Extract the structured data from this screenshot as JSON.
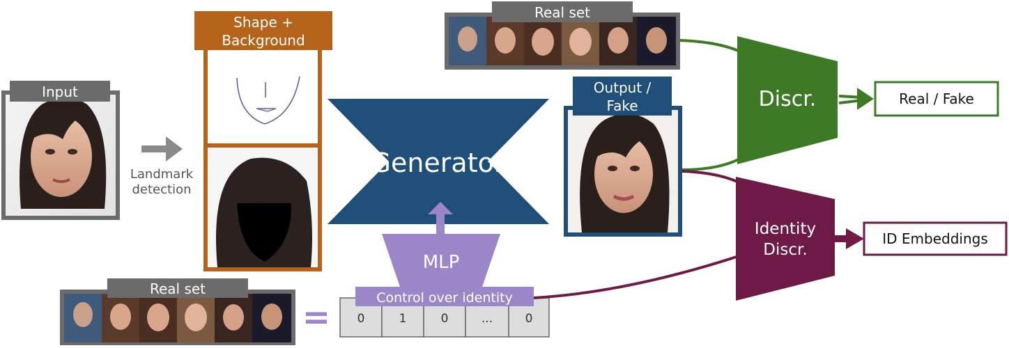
{
  "input": {
    "label": "Input"
  },
  "landmark": {
    "line1": "Landmark",
    "line2": "detection"
  },
  "shape_bg": {
    "line1": "Shape +",
    "line2": "Background"
  },
  "generator": {
    "label": "Generator"
  },
  "output": {
    "line1": "Output /",
    "line2": "Fake"
  },
  "real_set_top": {
    "label": "Real set"
  },
  "real_set_bottom": {
    "label": "Real set"
  },
  "discriminator": {
    "label": "Discr."
  },
  "real_fake": {
    "label": "Real / Fake"
  },
  "identity_discr": {
    "line1": "Identity",
    "line2": "Discr."
  },
  "id_embeddings": {
    "label": "ID Embeddings"
  },
  "mlp": {
    "label": "MLP"
  },
  "control": {
    "label": "Control over identity"
  },
  "onehot": {
    "cells": [
      "0",
      "1",
      "0",
      "...",
      "0"
    ]
  },
  "equals": {
    "symbol": "="
  },
  "colors": {
    "gray": "#6b6b6b",
    "orange": "#b5621a",
    "blue": "#1f4e79",
    "green": "#3d7a25",
    "maroon": "#6e1a47",
    "purple": "#9b86c8"
  }
}
